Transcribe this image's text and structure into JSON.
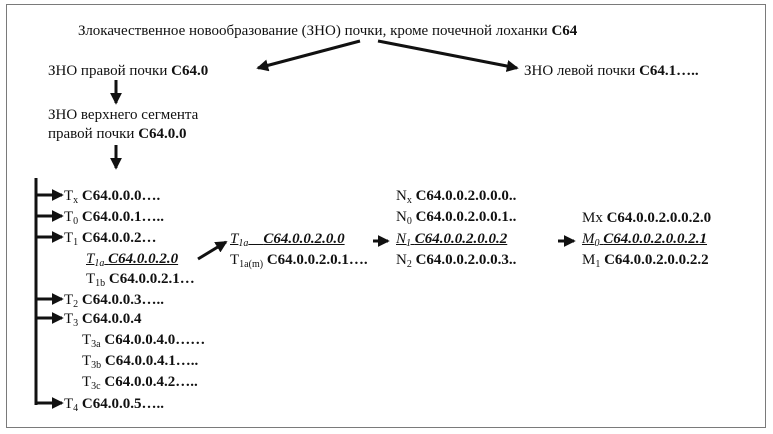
{
  "root": {
    "text": "Злокачественное новообразование (ЗНО) почки, кроме почечной лоханки",
    "code": "С64"
  },
  "right_kidney": {
    "text": "ЗНО правой почки",
    "code": "С64.0"
  },
  "left_kidney": {
    "text": "ЗНО левой почки",
    "code": "С64.1….."
  },
  "upper_segment": {
    "line1": "ЗНО верхнего сегмента",
    "line2": "правой почки",
    "code": "С64.0.0"
  },
  "t_items": [
    {
      "letter": "T",
      "sub": "x",
      "code": "С64.0.0.0…."
    },
    {
      "letter": "T",
      "sub": "0",
      "code": "С64.0.0.1….."
    },
    {
      "letter": "T",
      "sub": "1",
      "code": "С64.0.0.2…"
    },
    {
      "letter": "T",
      "sub": "1a",
      "code": "С64.0.0.2.0"
    },
    {
      "letter": "T",
      "sub": "1b",
      "code": "С64.0.0.2.1…"
    },
    {
      "letter": "T",
      "sub": "2",
      "code": "С64.0.0.3….."
    },
    {
      "letter": "T",
      "sub": "3",
      "code": "С64.0.0.4"
    },
    {
      "letter": "T",
      "sub": "3a",
      "code": "С64.0.0.4.0……"
    },
    {
      "letter": "T",
      "sub": "3b",
      "code": "С64.0.0.4.1….."
    },
    {
      "letter": "T",
      "sub": "3c",
      "code": "С64.0.0.4.2….."
    },
    {
      "letter": "T",
      "sub": "4",
      "code": "С64.0.0.5….."
    }
  ],
  "t1a_detail": [
    {
      "letter": "T",
      "sub": "1a",
      "code": "С64.0.0.2.0.0"
    },
    {
      "letter": "T",
      "sub": "1a(m)",
      "code": "С64.0.0.2.0.1…."
    }
  ],
  "n_items": [
    {
      "letter": "N",
      "sub": "x",
      "code": "С64.0.0.2.0.0.0.."
    },
    {
      "letter": "N",
      "sub": "0",
      "code": "С64.0.0.2.0.0.1.."
    },
    {
      "letter": "N",
      "sub": "1",
      "code": "С64.0.0.2.0.0.2"
    },
    {
      "letter": "N",
      "sub": "2",
      "code": "С64.0.0.2.0.0.3.."
    }
  ],
  "m_items": [
    {
      "letter": "Mx",
      "sub": "",
      "code": "С64.0.0.2.0.0.2.0"
    },
    {
      "letter": "M",
      "sub": "0",
      "code": "С64.0.0.2.0.0.2.1"
    },
    {
      "letter": "M",
      "sub": "1",
      "code": "С64.0.0.2.0.0.2.2"
    }
  ]
}
